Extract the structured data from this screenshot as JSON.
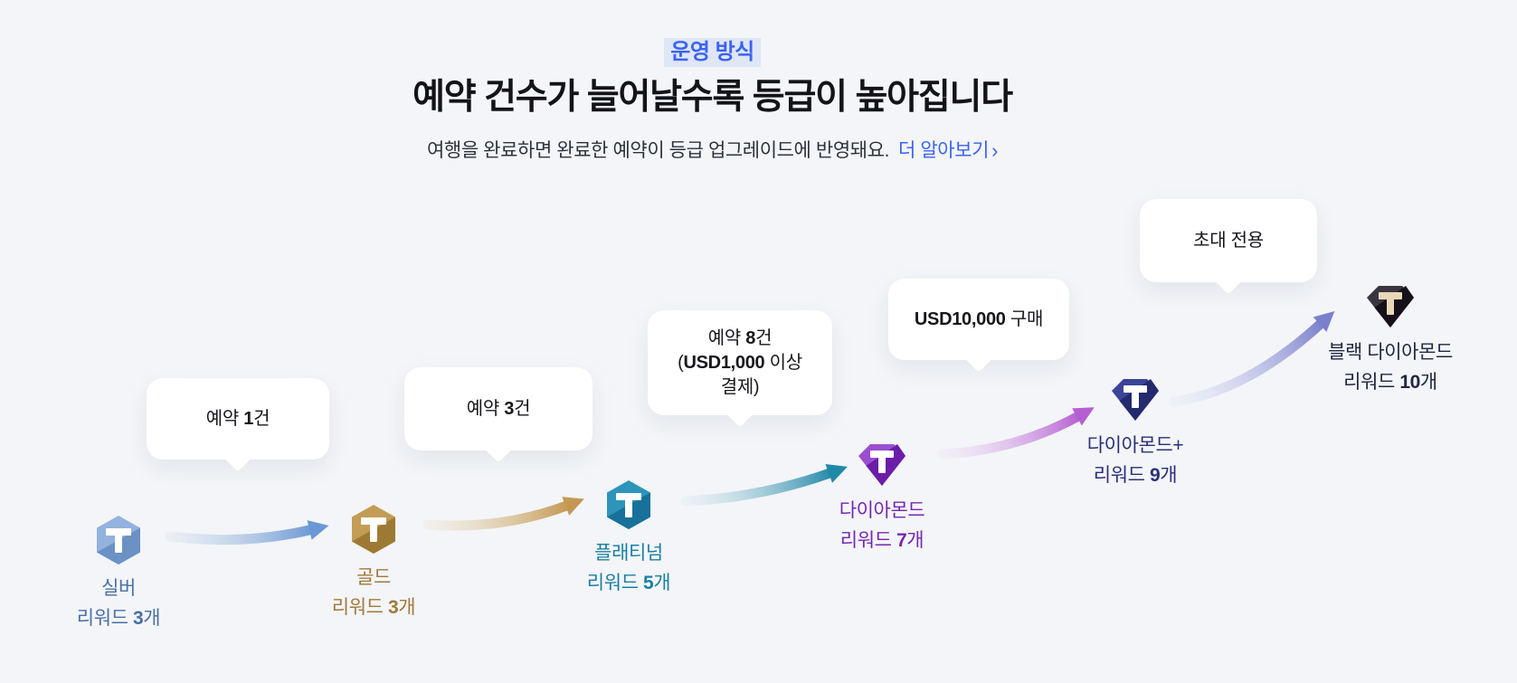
{
  "background_color": "#f3f5f8",
  "header": {
    "badge": "운영 방식",
    "badge_color": "#3b63f3",
    "badge_bg": "#dfe6f6",
    "title": "예약 건수가 늘어날수록 등급이 높아집니다",
    "subtitle": "여행을 완료하면 완료한 예약이 등급 업그레이드에 반영돼요.",
    "link_label": "더 알아보기",
    "link_chevron": "›",
    "link_color": "#3b63f3"
  },
  "tiers": [
    {
      "id": "silver",
      "name": "실버",
      "reward": "리워드 3개",
      "badge_shape": "hexagon",
      "badge_light": "#93b2dd",
      "badge_dark": "#6b91c5",
      "t_color": "#ffffff",
      "label_color": "#4a6fa4"
    },
    {
      "id": "gold",
      "name": "골드",
      "reward": "리워드 3개",
      "badge_shape": "hexagon",
      "badge_light": "#c39d56",
      "badge_dark": "#9d7a33",
      "t_color": "#ffffff",
      "label_color": "#a2793a"
    },
    {
      "id": "platinum",
      "name": "플래티넘",
      "reward": "리워드 5개",
      "badge_shape": "hexagon",
      "badge_light": "#2d95ba",
      "badge_dark": "#17719a",
      "t_color": "#ffffff",
      "label_color": "#1b7fa4"
    },
    {
      "id": "diamond",
      "name": "다이아몬드",
      "reward": "리워드 7개",
      "badge_shape": "gem",
      "badge_light": "#9a4fd0",
      "badge_dark": "#6c1da8",
      "t_color": "#ffffff",
      "label_color": "#7428b0"
    },
    {
      "id": "diamond-plus",
      "name": "다이아몬드+",
      "reward": "리워드 9개",
      "badge_shape": "gem",
      "badge_light": "#3c4498",
      "badge_dark": "#232a6d",
      "t_color": "#ffffff",
      "label_color": "#2b3078"
    },
    {
      "id": "black-diamond",
      "name": "블랙 다이아몬드",
      "reward": "리워드 10개",
      "badge_shape": "gem",
      "badge_light": "#3b3542",
      "badge_dark": "#151019",
      "t_color": "#e9d8b8",
      "label_color": "#222742"
    }
  ],
  "callouts": [
    {
      "target": "gold",
      "lines": [
        [
          {
            "text": "예약 "
          },
          {
            "text": "1",
            "bold": true
          },
          {
            "text": "건"
          }
        ]
      ]
    },
    {
      "target": "platinum",
      "lines": [
        [
          {
            "text": "예약 "
          },
          {
            "text": "3",
            "bold": true
          },
          {
            "text": "건"
          }
        ]
      ]
    },
    {
      "target": "diamond",
      "lines": [
        [
          {
            "text": "예약 "
          },
          {
            "text": "8",
            "bold": true
          },
          {
            "text": "건"
          }
        ],
        [
          {
            "text": "("
          },
          {
            "text": "USD1,000",
            "bold": true
          },
          {
            "text": " 이상"
          }
        ],
        [
          {
            "text": "결제)"
          }
        ]
      ]
    },
    {
      "target": "diamond-plus",
      "lines": [
        [
          {
            "text": "USD10,000",
            "bold": true
          },
          {
            "text": " 구매"
          }
        ]
      ]
    },
    {
      "target": "black-diamond",
      "lines": [
        [
          {
            "text": "초대 전용"
          }
        ]
      ]
    }
  ],
  "arrows": [
    {
      "from": "silver",
      "to": "gold",
      "tail_color": "#cdd9ec",
      "head_color": "#6b98d4"
    },
    {
      "from": "gold",
      "to": "platinum",
      "tail_color": "#e9ddc0",
      "head_color": "#c49852"
    },
    {
      "from": "platinum",
      "to": "diamond",
      "tail_color": "#d5e4ea",
      "head_color": "#2288a8"
    },
    {
      "from": "diamond",
      "to": "diamond-plus",
      "tail_color": "#eedcf4",
      "head_color": "#b55fd2"
    },
    {
      "from": "diamond-plus",
      "to": "black-diamond",
      "tail_color": "#dfe2f6",
      "head_color": "#7a80cc"
    }
  ]
}
